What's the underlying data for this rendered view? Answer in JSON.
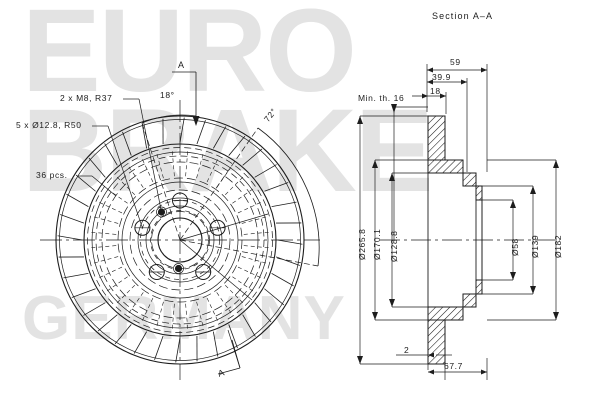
{
  "document": {
    "type": "technical-drawing",
    "subject": "ventilated brake disc",
    "background_color": "#ffffff",
    "line_color": "#1d1d1d",
    "watermark_color": "#e3e3e3"
  },
  "watermark": {
    "line1": "EURO",
    "line2": "BRAKE",
    "line3": "GERMANY"
  },
  "front_view": {
    "callouts": [
      {
        "key": "bolts",
        "text": "2 x M8, R37"
      },
      {
        "key": "holes",
        "text": "5 x Ø12.8, R50"
      },
      {
        "key": "vanes",
        "text": "36 pcs."
      }
    ],
    "angles": [
      {
        "key": "vane_pitch",
        "text": "18°"
      },
      {
        "key": "arc_segment",
        "text": "72°"
      }
    ],
    "section_marks": [
      {
        "key": "section-mark-top",
        "text": "A"
      },
      {
        "key": "section-mark-bottom",
        "text": "A"
      }
    ]
  },
  "section_view": {
    "title": "Section A–A",
    "horizontal_dimensions": [
      {
        "key": "overall_width",
        "text": "59"
      },
      {
        "key": "hat_offset",
        "text": "39.9"
      },
      {
        "key": "hat_height",
        "text": "18"
      },
      {
        "key": "plate_thickness",
        "text": "2"
      },
      {
        "key": "total_depth",
        "text": "67.7"
      }
    ],
    "notes": [
      {
        "key": "min_thickness",
        "text": "Min. th. 16"
      }
    ],
    "vertical_dimensions": [
      {
        "key": "outer_disc_dia",
        "text": "Ø265.8"
      },
      {
        "key": "friction_dia",
        "text": "Ø170.1"
      },
      {
        "key": "bolt_circle_dia",
        "text": "Ø128.8"
      },
      {
        "key": "centre_bore_dia",
        "text": "Ø58"
      },
      {
        "key": "hub_dia",
        "text": "Ø139"
      },
      {
        "key": "flange_dia",
        "text": "Ø182"
      }
    ]
  }
}
